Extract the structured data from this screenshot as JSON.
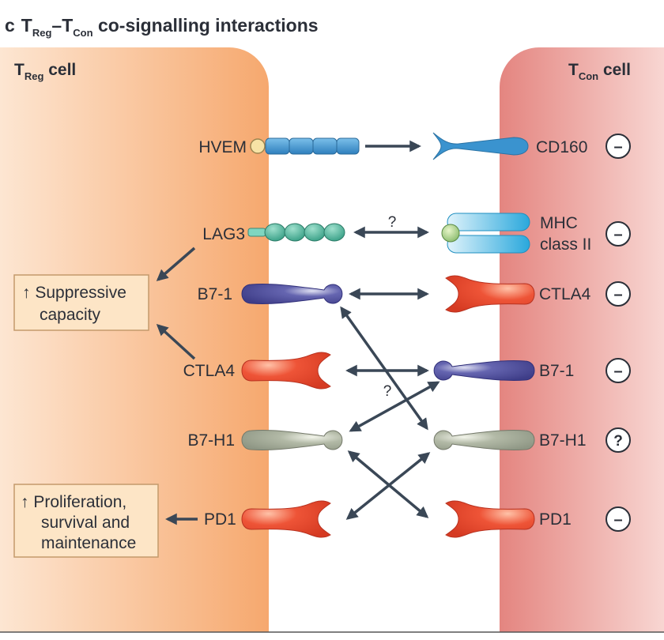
{
  "panel_letter": "c",
  "title": {
    "t1": "T",
    "s1": "Reg",
    "dash": "–",
    "t2": "T",
    "s2": "Con",
    "rest": " co-signalling interactions"
  },
  "treg_cell": {
    "T": "T",
    "sub": "Reg",
    "rest": " cell"
  },
  "tcon_cell": {
    "T": "T",
    "sub": "Con",
    "rest": " cell"
  },
  "left_labels": [
    "HVEM",
    "LAG3",
    "B7-1",
    "CTLA4",
    "B7-H1",
    "PD1"
  ],
  "right_labels": {
    "cd160": "CD160",
    "mhc_line1": "MHC",
    "mhc_line2": "class II",
    "ctla4": "CTLA4",
    "b71": "B7-1",
    "b7h1": "B7-H1",
    "pd1": "PD1"
  },
  "signs": [
    "–",
    "–",
    "–",
    "–",
    "?",
    "–"
  ],
  "question_marks": [
    "?",
    "?"
  ],
  "outcome_boxes": {
    "suppressive": [
      "↑ Suppressive",
      "capacity"
    ],
    "proliferation": [
      "↑ Proliferation,",
      "survival and",
      "maintenance"
    ]
  },
  "colors": {
    "treg_cell": "#f6b07c",
    "tcon_cell": "#e98c87",
    "hvem": "#3f92cb",
    "lag3": "#44aa92",
    "b7_1": "#4d4c98",
    "ctla4_pd1": "#e9452c",
    "b7h1": "#a5ad9a",
    "mhc": "#33aede",
    "arrow": "#3a4756",
    "outcome_box": "#fde5c6"
  }
}
